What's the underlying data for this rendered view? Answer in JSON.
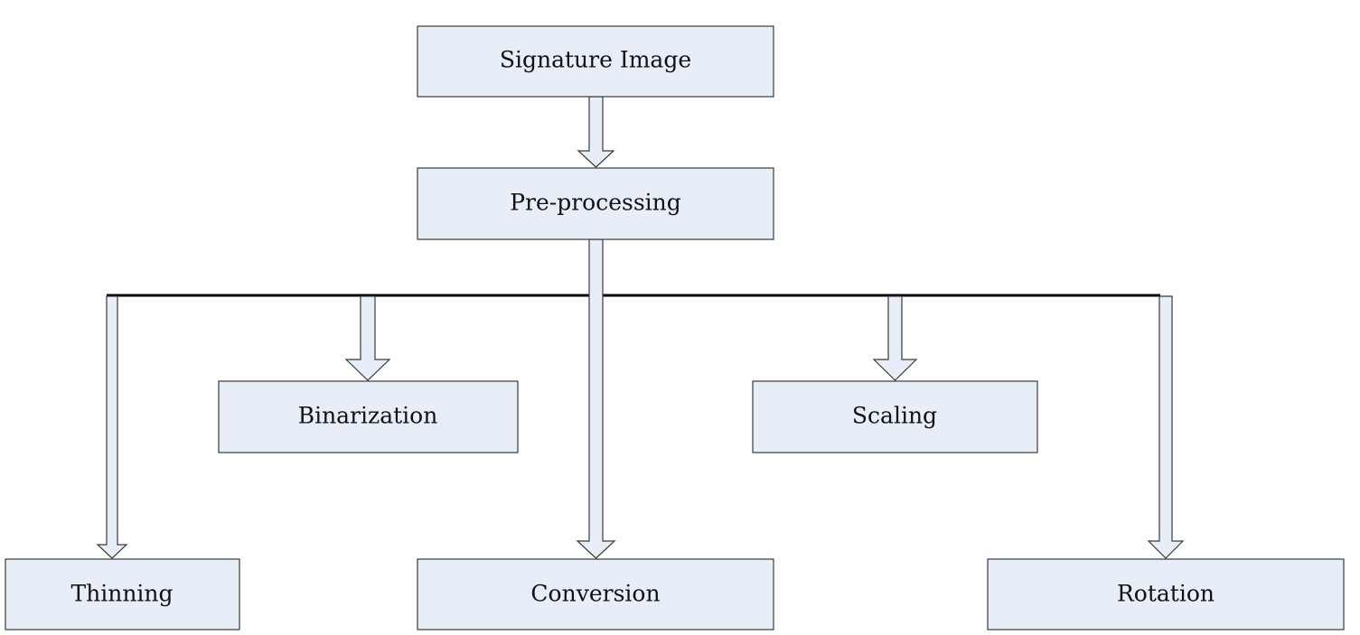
{
  "diagram": {
    "root": {
      "label": "Signature Image"
    },
    "stage": {
      "label": "Pre-processing"
    },
    "steps": [
      {
        "key": "binarization",
        "label": "Binarization"
      },
      {
        "key": "scaling",
        "label": "Scaling"
      },
      {
        "key": "thinning",
        "label": "Thinning"
      },
      {
        "key": "conversion",
        "label": "Conversion"
      },
      {
        "key": "rotation",
        "label": "Rotation"
      }
    ],
    "edges": [
      {
        "from": "Signature Image",
        "to": "Pre-processing"
      },
      {
        "from": "Pre-processing",
        "to": "Binarization"
      },
      {
        "from": "Pre-processing",
        "to": "Scaling"
      },
      {
        "from": "Pre-processing",
        "to": "Thinning"
      },
      {
        "from": "Pre-processing",
        "to": "Conversion"
      },
      {
        "from": "Pre-processing",
        "to": "Rotation"
      }
    ],
    "colors": {
      "box_fill": "#e8eef8",
      "box_stroke": "#3a3a3a",
      "connector": "#000000"
    }
  }
}
